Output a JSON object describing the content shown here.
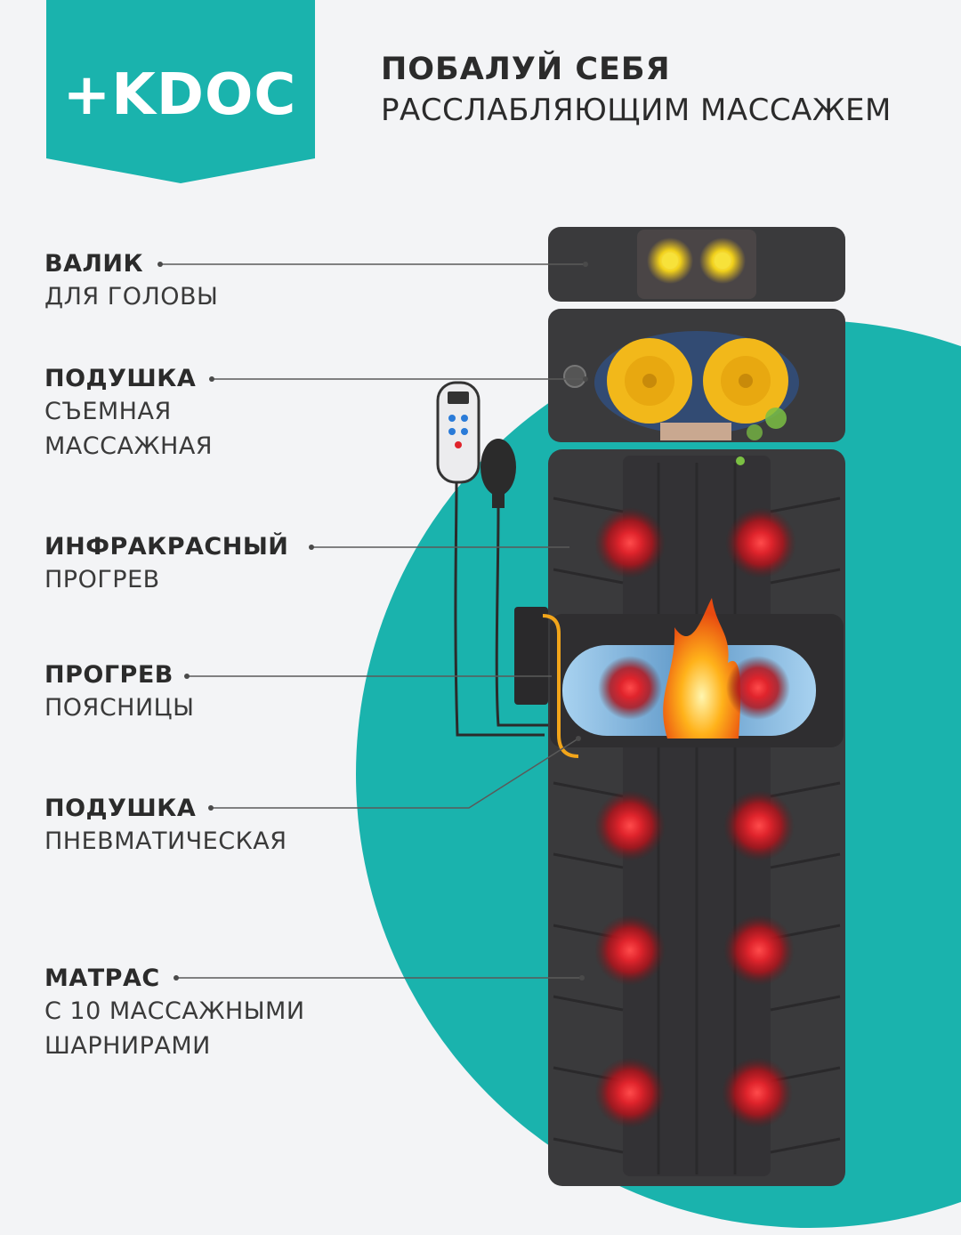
{
  "brand": {
    "logo_text": "+KDOC",
    "accent_color": "#1ab3ad"
  },
  "header": {
    "title": "ПОБАЛУЙ СЕБЯ",
    "subtitle": "РАССЛАБЛЯЮЩИМ МАССАЖЕМ"
  },
  "features": [
    {
      "title": "ВАЛИК",
      "lines": [
        "ДЛЯ ГОЛОВЫ"
      ]
    },
    {
      "title": "ПОДУШКА",
      "lines": [
        "СЪЕМНАЯ",
        "МАССАЖНАЯ"
      ]
    },
    {
      "title": "ИНФРАКРАСНЫЙ",
      "lines": [
        "ПРОГРЕВ"
      ]
    },
    {
      "title": "ПРОГРЕВ",
      "lines": [
        "ПОЯСНИЦЫ"
      ]
    },
    {
      "title": "ПОДУШКА",
      "lines": [
        "ПНЕВМАТИЧЕСКАЯ"
      ]
    },
    {
      "title": "МАТРАС",
      "lines": [
        "С 10 МАССАЖНЫМИ",
        "ШАРНИРАМИ"
      ]
    }
  ],
  "colors": {
    "teal": "#1ab3ad",
    "mat": "#3a3a3c",
    "heat_red": "#e0242c",
    "roller_yellow": "#f2c21a"
  },
  "icons": [
    "plus-icon",
    "remote-control-icon",
    "air-pump-bulb-icon",
    "flame-icon"
  ]
}
